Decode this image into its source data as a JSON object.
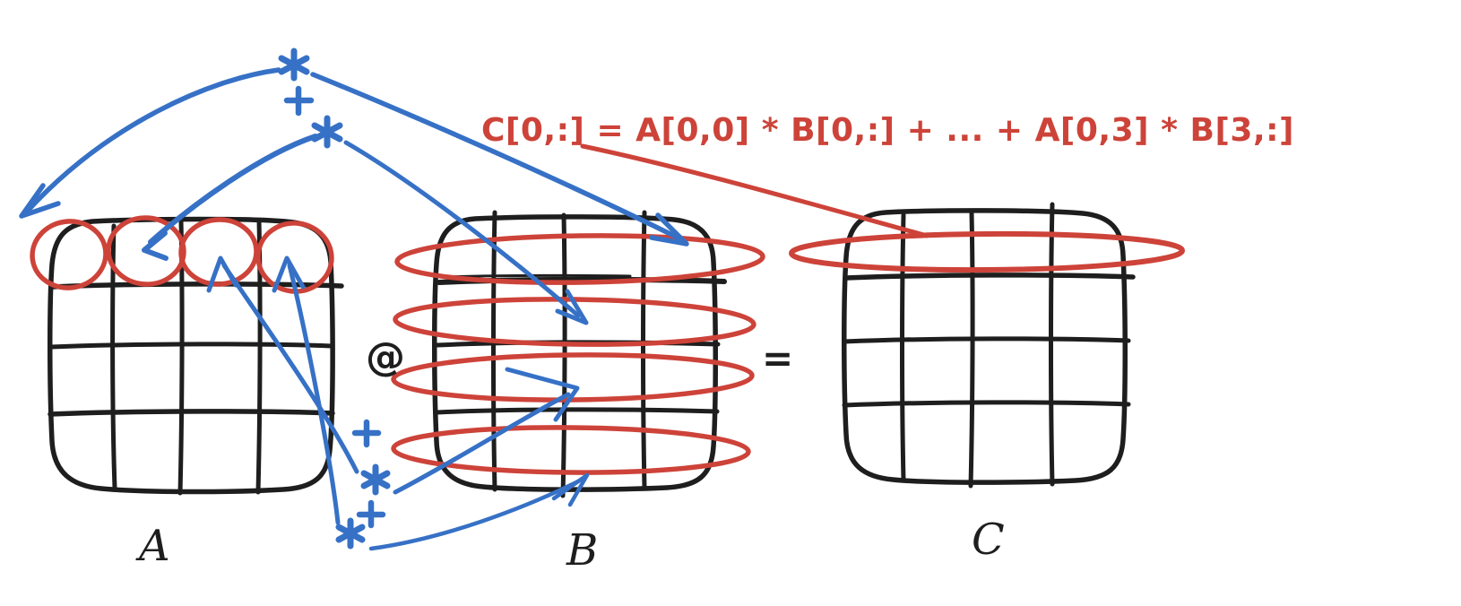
{
  "title": "Hand-drawn sketch: row interpretation of matrix multiplication",
  "colors": {
    "ink": "#1e1e1e",
    "red": "#cd4339",
    "blue": "#3671c6",
    "background": "#ffffff"
  },
  "formula": {
    "text": "C[0,:] = A[0,0] * B[0,:] + ... + A[0,3] * B[3,:]"
  },
  "operators": {
    "matmul": "@",
    "equals": "="
  },
  "symbols": {
    "multiply": "*",
    "add": "+"
  },
  "matrices": {
    "a": {
      "label": "A",
      "rows": 4,
      "cols": 4,
      "highlight": "each cell of row 0 circled in red"
    },
    "b": {
      "label": "B",
      "rows": 4,
      "cols": 4,
      "highlight": "every row circled in red"
    },
    "c": {
      "label": "C",
      "rows": 4,
      "cols": 4,
      "highlight": "row 0 circled in red"
    }
  },
  "annotation_clusters": {
    "top": [
      "*",
      "+",
      "*"
    ],
    "bottom": [
      "+",
      "*",
      "+",
      "*"
    ]
  }
}
